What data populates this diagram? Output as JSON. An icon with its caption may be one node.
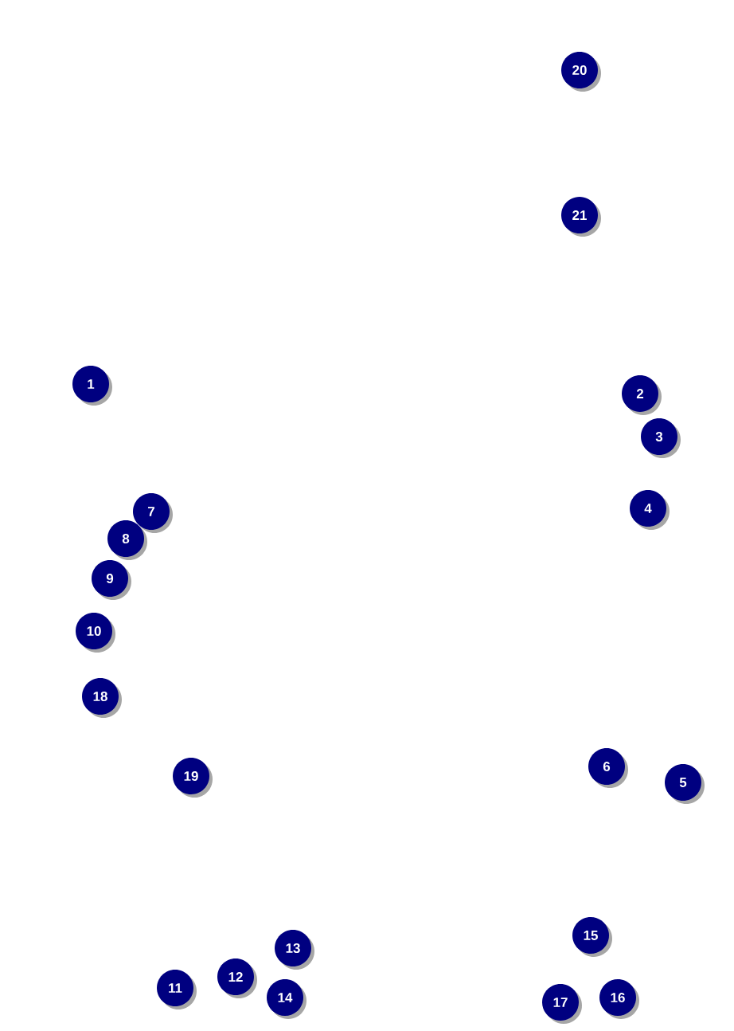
{
  "diagram": {
    "labels": [
      "20",
      "21",
      "1",
      "2",
      "3",
      "4",
      "7",
      "8",
      "9",
      "10",
      "18",
      "19",
      "6",
      "5",
      "15",
      "13",
      "12",
      "11",
      "14",
      "16",
      "17"
    ]
  }
}
